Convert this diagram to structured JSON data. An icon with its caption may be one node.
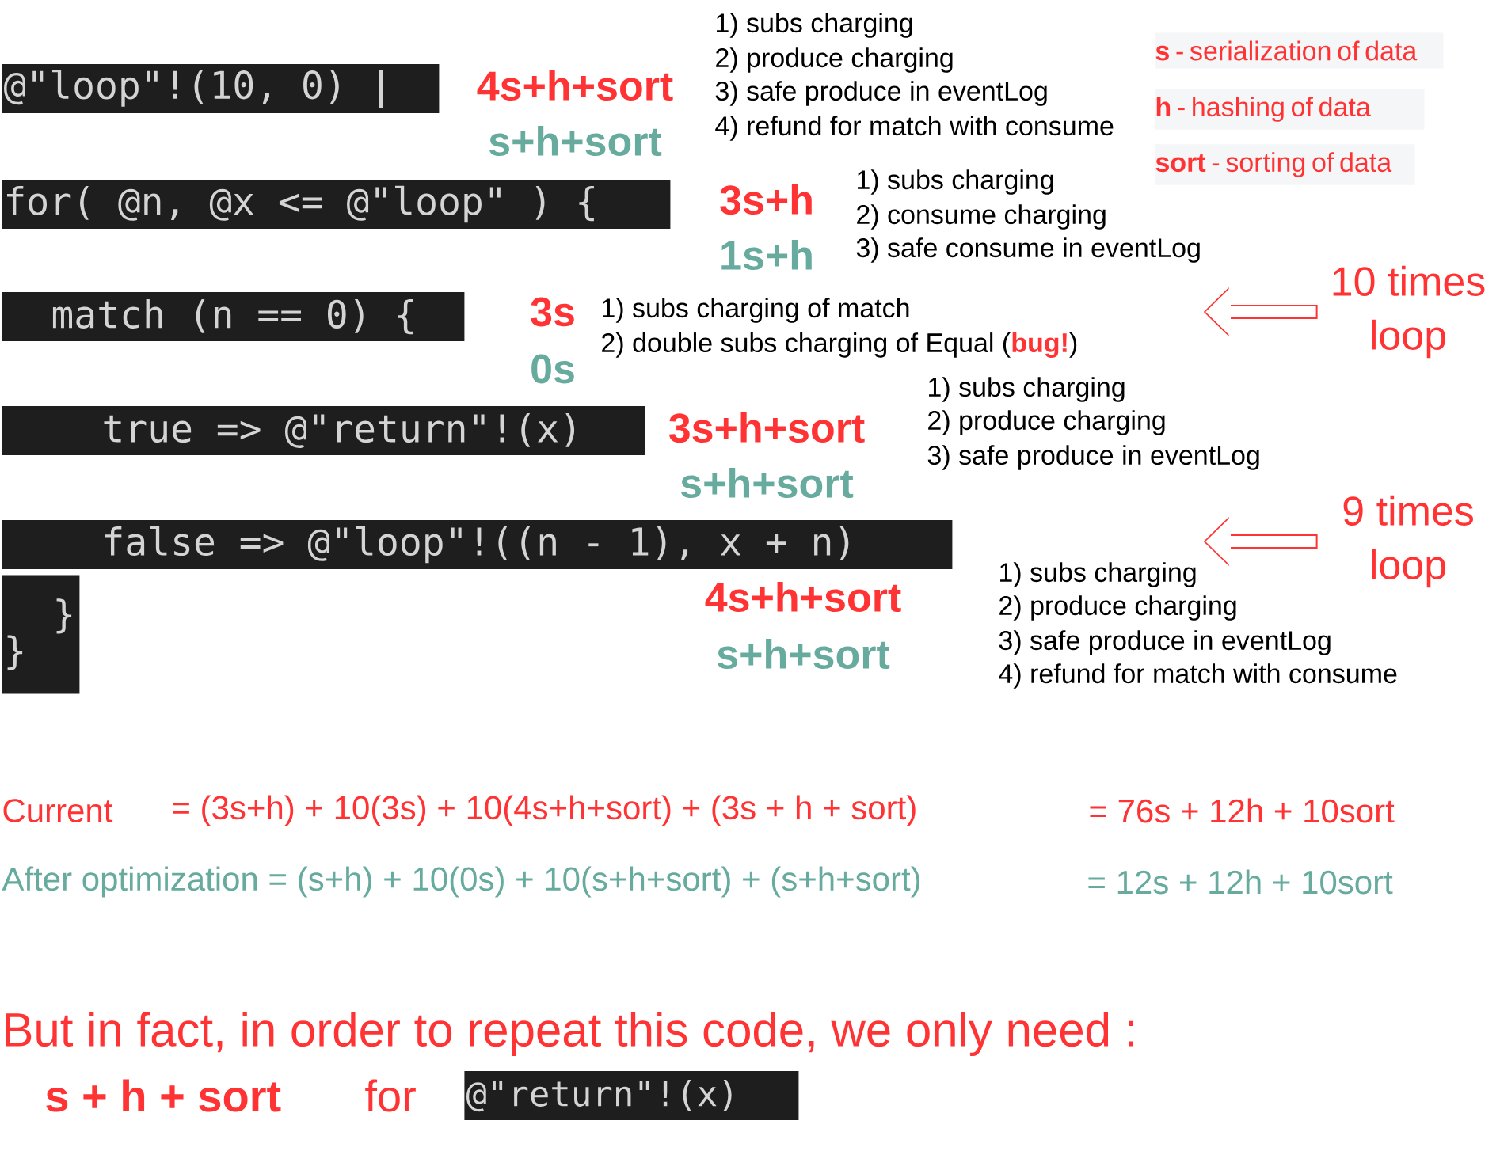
{
  "diagram": {
    "nodes": [
      {
        "text": [
          "@\"loop\"!(10, 0) |"
        ],
        "beside": [
          "4s+h+sort",
          "s+h+sort"
        ]
      },
      {
        "text": [
          "for( @n, @x <= @\"loop\" ) {"
        ],
        "beside": [
          "3s+h",
          "1s+h"
        ]
      },
      {
        "text": [
          "match (n == 0) {"
        ],
        "beside": [
          "3s",
          "0s"
        ]
      },
      {
        "text": [
          "true => @\"return\"!(x)"
        ],
        "beside": [
          "3s+h+sort",
          "s+h+sort"
        ]
      },
      {
        "text": [
          "false => @\"loop\"!((n - 1), x + n)"
        ],
        "beside": [
          "4s+h+sort",
          "s+h+sort"
        ]
      },
      {
        "text": [
          "}",
          "}"
        ]
      },
      {
        "text": [
          "10 times loop"
        ]
      },
      {
        "text": [
          "9 times loop"
        ]
      },
      {
        "text": [
          "@\"return\"!(x)"
        ]
      }
    ],
    "edges": [
      {
        "from": 6,
        "to": null,
        "arrow": "to"
      },
      {
        "from": 7,
        "to": null,
        "arrow": "to"
      }
    ],
    "labels": [
      "1) subs charging",
      "2) produce charging",
      "3) safe produce in eventLog",
      "4) refund for match with consume",
      "**s** - serialization of data",
      "**h**      - hashing of data",
      "**sort** - sorting of data",
      "1) subs charging",
      "2) consume charging",
      "3) safe consume in eventLog",
      "1) subs charging of match",
      "2) double subs charging of Equal (**bug!**)",
      "1) subs charging",
      "2) produce charging",
      "3) safe produce in eventLog",
      "1) subs charging",
      "2) produce charging",
      "3) safe produce in eventLog",
      "4) refund for match with consume",
      "Current",
      "= (3s+h) + 10(3s) + 10(4s+h+sort) + (3s + h + sort)",
      "= 76s + 12h + 10sort",
      "After optimization = (s+h) + 10(0s) + 10(s+h+sort) + (s+h+sort)",
      "= 12s + 12h + 10sort",
      "But in fact, in order to repeat this code, we only need :",
      "s + h + sort",
      "for"
    ]
  }
}
